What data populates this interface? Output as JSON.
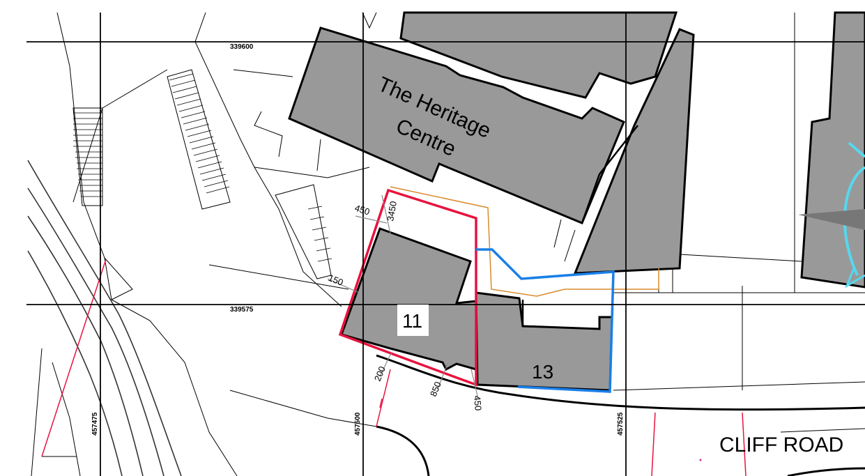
{
  "building_label": {
    "line1": "The Heritage",
    "line2": "Centre"
  },
  "plots": [
    {
      "number": "11",
      "outline_color": "#e8123e"
    },
    {
      "number": "13",
      "outline_color": "#1a7fe8"
    }
  ],
  "road_label": "CLIFF ROAD",
  "grid_labels": {
    "north_top": "339600",
    "north_mid": "339575",
    "east_left": "457475",
    "east_mid": "457500",
    "east_right": "457525"
  },
  "dimensions": {
    "d450_top": "450",
    "d3450": "3450",
    "d150": "150",
    "d200": "200",
    "d850": "850",
    "d450_bottom": "450"
  },
  "colors": {
    "building_fill": "#999999",
    "red_line": "#e8123e",
    "blue_line": "#1a7fe8",
    "orange_line": "#d98a2b",
    "north_arrow": "#55d8ee"
  }
}
